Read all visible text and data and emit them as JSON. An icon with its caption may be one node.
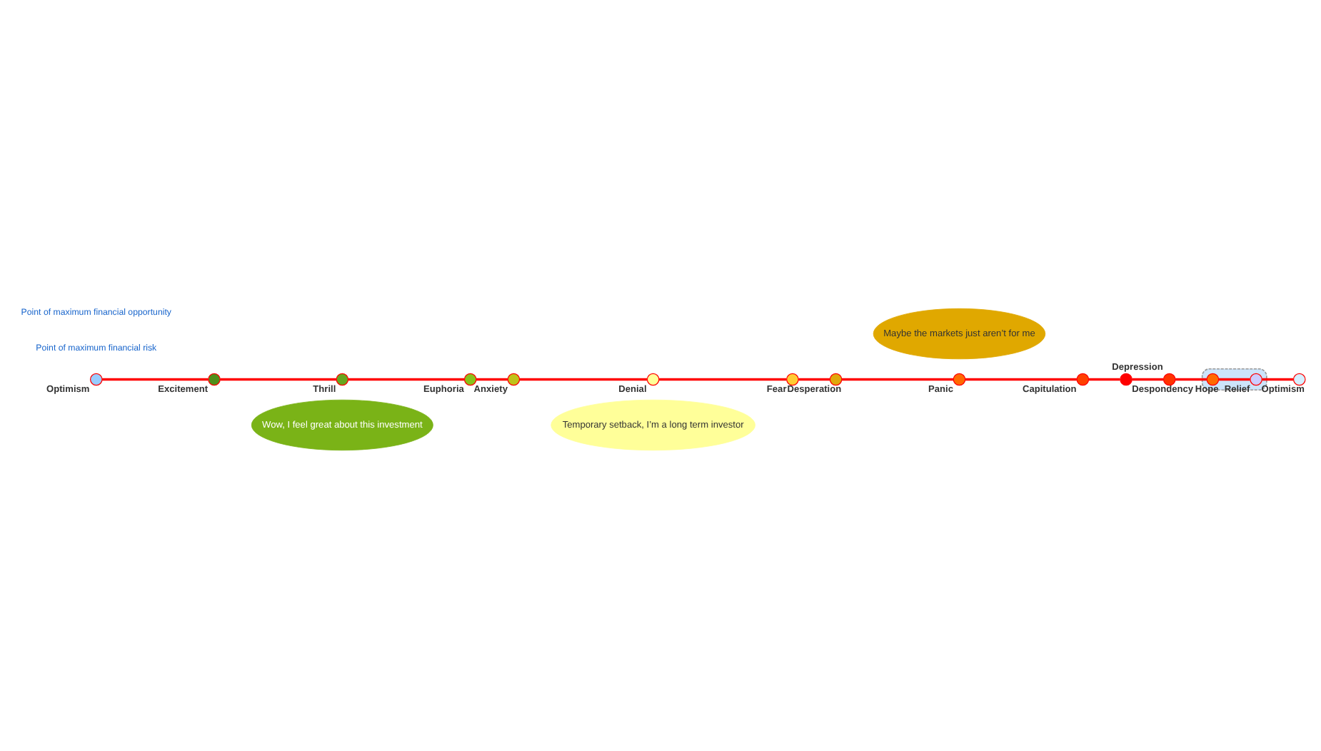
{
  "diagram": {
    "nodes": [
      {
        "text": [
          "Wow, I feel great about this investment"
        ]
      },
      {
        "text": [
          "Temporary setback, I’m a long term investor"
        ]
      },
      {
        "text": [],
        "shape": "circle",
        "beside": [
          "Optimism"
        ]
      },
      {
        "text": [],
        "shape": "circle",
        "beside": [
          "Excitement"
        ]
      },
      {
        "text": [],
        "shape": "circle",
        "beside": [
          "Thrill"
        ]
      },
      {
        "text": [],
        "shape": "circle",
        "beside": [
          "Euphoria"
        ]
      },
      {
        "text": [],
        "shape": "circle",
        "beside": [
          "Anxiety"
        ]
      },
      {
        "text": [],
        "shape": "circle",
        "beside": [
          "Denial"
        ]
      },
      {
        "text": [],
        "shape": "circle",
        "beside": [
          "Fear"
        ]
      },
      {
        "text": [],
        "shape": "circle",
        "beside": [
          "Desperation"
        ]
      },
      {
        "text": [],
        "shape": "circle",
        "beside": [
          "Panic"
        ]
      },
      {
        "text": [],
        "shape": "circle",
        "beside": [
          "Capitulation"
        ]
      },
      {
        "text": [],
        "shape": "circle",
        "beside": [
          "Despondency"
        ]
      },
      {
        "text": [],
        "shape": "circle",
        "beside": [
          "Depression"
        ]
      },
      {
        "text": [],
        "shape": "ellipse"
      },
      {
        "text": [],
        "shape": "circle",
        "beside": [
          "Hope"
        ],
        "in": 14
      },
      {
        "text": [],
        "shape": "circle",
        "beside": [
          "Relief"
        ],
        "in": 14
      },
      {
        "text": [],
        "shape": "circle",
        "beside": [
          "Optimism"
        ]
      },
      {
        "text": [
          "Maybe the markets just aren’t for me"
        ]
      }
    ],
    "edges": [
      {
        "from": 2,
        "to": 3,
        "arrow": "none"
      },
      {
        "from": 3,
        "to": 4,
        "arrow": "none"
      },
      {
        "from": 4,
        "to": 5,
        "arrow": "none"
      },
      {
        "from": 5,
        "to": 6,
        "arrow": "none"
      },
      {
        "from": 6,
        "to": 7,
        "arrow": "none"
      },
      {
        "from": 7,
        "to": 8,
        "arrow": "none"
      },
      {
        "from": 8,
        "to": 9,
        "arrow": "none"
      },
      {
        "from": 9,
        "to": 10,
        "arrow": "none"
      },
      {
        "from": 10,
        "to": 11,
        "arrow": "none"
      },
      {
        "from": 11,
        "to": 12,
        "arrow": "none"
      },
      {
        "from": 12,
        "to": 13,
        "arrow": "none"
      },
      {
        "from": 13,
        "to": 15,
        "arrow": "none"
      },
      {
        "from": 15,
        "to": 16,
        "arrow": "none"
      },
      {
        "from": 16,
        "to": 17,
        "arrow": "none"
      }
    ],
    "labels": [
      "Point of maximum financial risk",
      "Point of maximum financial opportunity"
    ]
  }
}
